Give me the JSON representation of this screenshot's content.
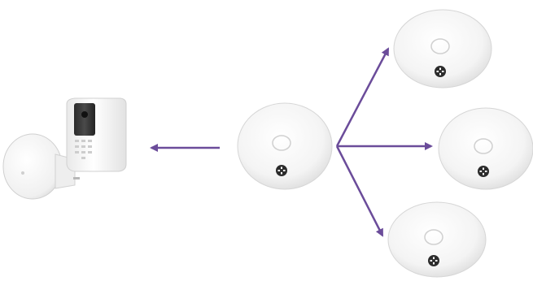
{
  "diagram": {
    "accent_color": "#6b4c9a",
    "devices": {
      "hub": {
        "icon": "security-hub-icon"
      },
      "plug_adapter": {
        "icon": "plug-in-repeater-icon"
      },
      "center_detector": {
        "icon": "smoke-detector-icon"
      },
      "detector_top": {
        "icon": "smoke-detector-icon"
      },
      "detector_middle": {
        "icon": "smoke-detector-icon"
      },
      "detector_bottom": {
        "icon": "smoke-detector-icon"
      }
    },
    "links": [
      {
        "from": "center_detector",
        "to": "hub"
      },
      {
        "from": "center_detector",
        "to": "detector_top"
      },
      {
        "from": "center_detector",
        "to": "detector_middle"
      },
      {
        "from": "center_detector",
        "to": "detector_bottom"
      }
    ]
  }
}
